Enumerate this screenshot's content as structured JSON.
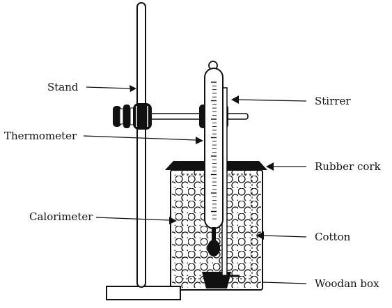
{
  "labels": {
    "stand": "Stand",
    "thermometer": "Thermometer",
    "calorimeter": "Calorimeter",
    "stirrer": "Stirrer",
    "rubber_cork": "Rubber cork",
    "cotton": "Cotton",
    "wooden_box": "Woodan box"
  },
  "colors": {
    "ink": "#111111",
    "background": "#ffffff"
  }
}
